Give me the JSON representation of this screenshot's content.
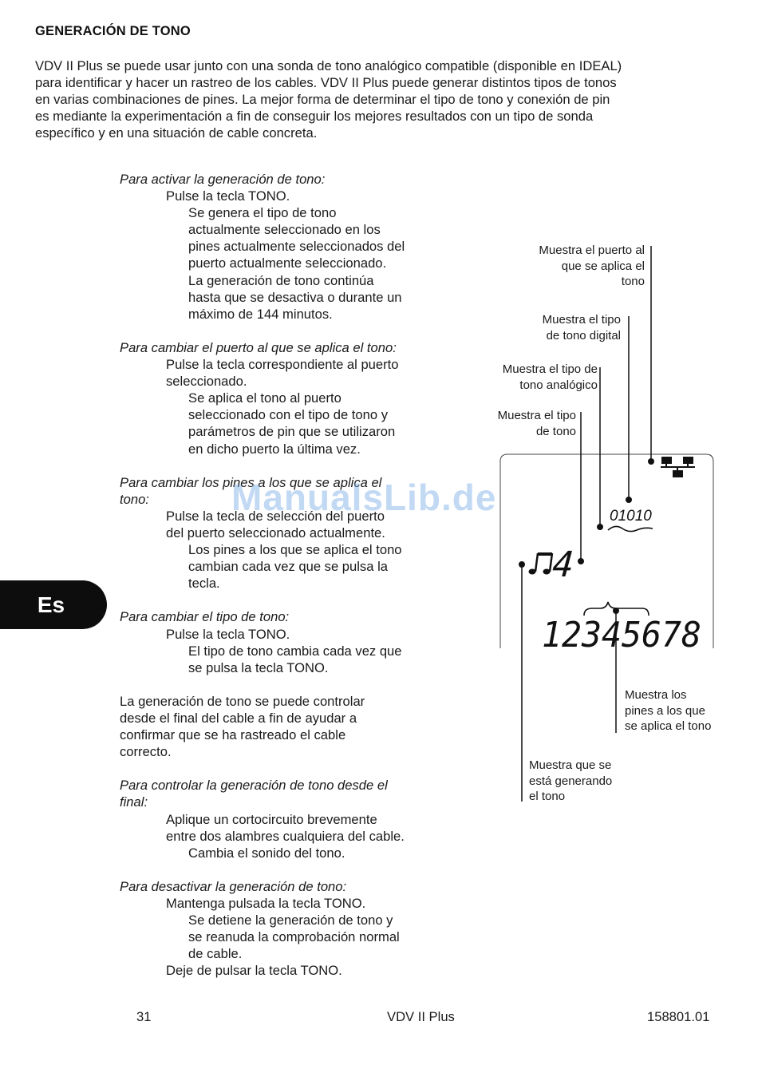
{
  "section_title": "GENERACIÓN DE TONO",
  "intro_lines": [
    "VDV II Plus se puede usar junto con una sonda de tono analógico compatible (disponible en IDEAL)",
    "para identificar y hacer un rastreo de los cables. VDV II Plus puede generar distintos tipos de tonos",
    "en varias combinaciones de pines. La mejor forma de determinar el tipo de tono y conexión de pin",
    "es mediante la experimentación a fin de conseguir los mejores resultados con un tipo de sonda",
    "específico y en una situación de cable concreta."
  ],
  "instructions": [
    {
      "kind": "h",
      "text": "Para activar la generación de tono:"
    },
    {
      "kind": "l1",
      "text": "Pulse la tecla TONO."
    },
    {
      "kind": "l2",
      "text": "Se genera el tipo de tono"
    },
    {
      "kind": "l2",
      "text": "actualmente seleccionado en los"
    },
    {
      "kind": "l2",
      "text": "pines actualmente seleccionados del"
    },
    {
      "kind": "l2",
      "text": "puerto actualmente seleccionado."
    },
    {
      "kind": "l2",
      "text": "La generación de tono continúa"
    },
    {
      "kind": "l2",
      "text": "hasta que se desactiva o durante un"
    },
    {
      "kind": "l2",
      "text": "máximo de 144 minutos."
    },
    {
      "kind": "gap",
      "text": ""
    },
    {
      "kind": "h",
      "text": "Para cambiar el puerto al que se aplica el tono:"
    },
    {
      "kind": "l1",
      "text": "Pulse la tecla correspondiente al puerto"
    },
    {
      "kind": "l1",
      "text": "seleccionado."
    },
    {
      "kind": "l2",
      "text": "Se aplica el tono al puerto"
    },
    {
      "kind": "l2",
      "text": "seleccionado con el tipo de tono y"
    },
    {
      "kind": "l2",
      "text": "parámetros de pin que se utilizaron"
    },
    {
      "kind": "l2",
      "text": "en dicho puerto la última vez."
    },
    {
      "kind": "gap",
      "text": ""
    },
    {
      "kind": "h",
      "text": "Para cambiar los pines a los que se aplica el"
    },
    {
      "kind": "h",
      "text": "tono:"
    },
    {
      "kind": "l1",
      "text": "Pulse la tecla de selección del puerto"
    },
    {
      "kind": "l1",
      "text": "del puerto seleccionado actualmente."
    },
    {
      "kind": "l2",
      "text": "Los pines a los que se aplica el tono"
    },
    {
      "kind": "l2",
      "text": "cambian cada vez que se pulsa la"
    },
    {
      "kind": "l2",
      "text": "tecla."
    },
    {
      "kind": "gap",
      "text": ""
    },
    {
      "kind": "h",
      "text": "Para cambiar el tipo de tono:"
    },
    {
      "kind": "l1",
      "text": "Pulse la tecla TONO."
    },
    {
      "kind": "l2",
      "text": "El tipo de tono cambia cada vez que"
    },
    {
      "kind": "l2",
      "text": "se pulsa la tecla TONO."
    },
    {
      "kind": "gap",
      "text": ""
    },
    {
      "kind": "p",
      "text": "La generación de tono se puede controlar"
    },
    {
      "kind": "p",
      "text": "desde el final del cable a fin de ayudar a"
    },
    {
      "kind": "p",
      "text": "confirmar que se ha rastreado el cable"
    },
    {
      "kind": "p",
      "text": "correcto."
    },
    {
      "kind": "gap",
      "text": ""
    },
    {
      "kind": "h",
      "text": "Para controlar la generación de tono desde el"
    },
    {
      "kind": "h",
      "text": "final:"
    },
    {
      "kind": "l1",
      "text": "Aplique un cortocircuito brevemente"
    },
    {
      "kind": "l1",
      "text": "entre dos alambres cualquiera del cable."
    },
    {
      "kind": "l2",
      "text": "Cambia el sonido del tono."
    },
    {
      "kind": "gap",
      "text": ""
    },
    {
      "kind": "h",
      "text": "Para desactivar la generación de tono:"
    },
    {
      "kind": "l1",
      "text": "Mantenga pulsada la tecla TONO."
    },
    {
      "kind": "l2",
      "text": "Se detiene la generación de tono y"
    },
    {
      "kind": "l2",
      "text": "se reanuda la comprobación normal"
    },
    {
      "kind": "l2",
      "text": "de cable."
    },
    {
      "kind": "l1",
      "text": "Deje de pulsar la tecla TONO."
    }
  ],
  "language_tab": "Es",
  "watermark": "ManualsLib.de",
  "diagram": {
    "callout_port": [
      "Muestra el puerto al",
      "que se aplica el",
      "tono"
    ],
    "callout_digital": [
      "Muestra el tipo",
      "de tono digital"
    ],
    "callout_analog": [
      "Muestra el tipo de",
      "tono analógico"
    ],
    "callout_type": [
      "Muestra el tipo",
      "de tono"
    ],
    "callout_pins": [
      "Muestra los",
      "pines a los que",
      "se aplica el tono"
    ],
    "callout_generating": [
      "Muestra que se",
      "está generando",
      "el tono"
    ],
    "digital_code": "01010",
    "tone_number": "4",
    "pin_digits": "12345678",
    "music_icon": "music-notes-icon",
    "network_icon": "network-port-icon"
  },
  "footer": {
    "page_number": "31",
    "product": "VDV II Plus",
    "doc_code": "158801.01"
  }
}
